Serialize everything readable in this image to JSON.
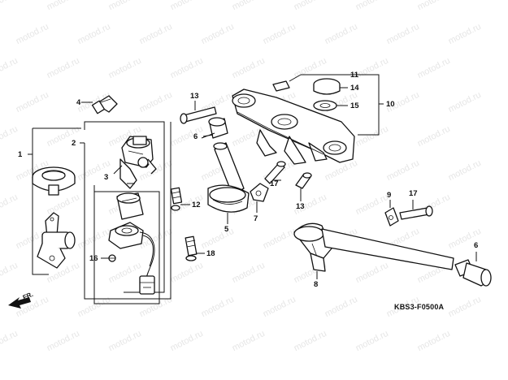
{
  "watermark": {
    "text": "motod.ru"
  },
  "callouts": {
    "c1": "1",
    "c2": "2",
    "c3": "3",
    "c4": "4",
    "c5": "5",
    "c6a": "6",
    "c6b": "6",
    "c7": "7",
    "c8": "8",
    "c9": "9",
    "c10": "10",
    "c11": "11",
    "c12": "12",
    "c13a": "13",
    "c13b": "13",
    "c14": "14",
    "c15": "15",
    "c16": "16",
    "c17a": "17",
    "c17b": "17",
    "c18": "18"
  },
  "diagram_code": "KBS3-F0500A",
  "direction_label": "FR.",
  "colors": {
    "line": "#111111",
    "watermark": "#e6e6e6",
    "background": "#ffffff"
  }
}
